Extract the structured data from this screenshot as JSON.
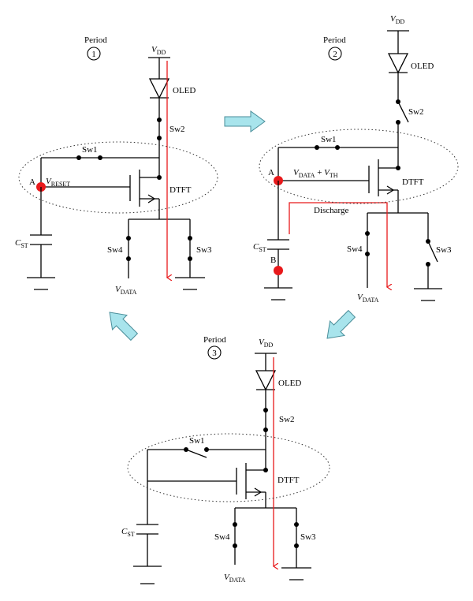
{
  "colors": {
    "current_path": "#e8191b",
    "node_marker": "#e8191b",
    "transition_arrow": "#a8e4ec"
  },
  "labels": {
    "period": "Period",
    "vdd": "V",
    "vdd_sub": "DD",
    "oled": "OLED",
    "sw1": "Sw1",
    "sw2": "Sw2",
    "sw3": "Sw3",
    "sw4": "Sw4",
    "dtft": "DTFT",
    "vdata": "V",
    "vdata_sub": "DATA",
    "cst": "C",
    "cst_sub": "ST"
  },
  "period1": {
    "number": "1",
    "node_a": "A",
    "v_reset": "V",
    "v_reset_sub": "RESET"
  },
  "period2": {
    "number": "2",
    "node_a": "A",
    "node_b": "B",
    "v1": "V",
    "v1_sub": "DATA",
    "plus": " + ",
    "v2": "V",
    "v2_sub": "TH",
    "discharge": "Discharge"
  },
  "period3": {
    "number": "3"
  }
}
